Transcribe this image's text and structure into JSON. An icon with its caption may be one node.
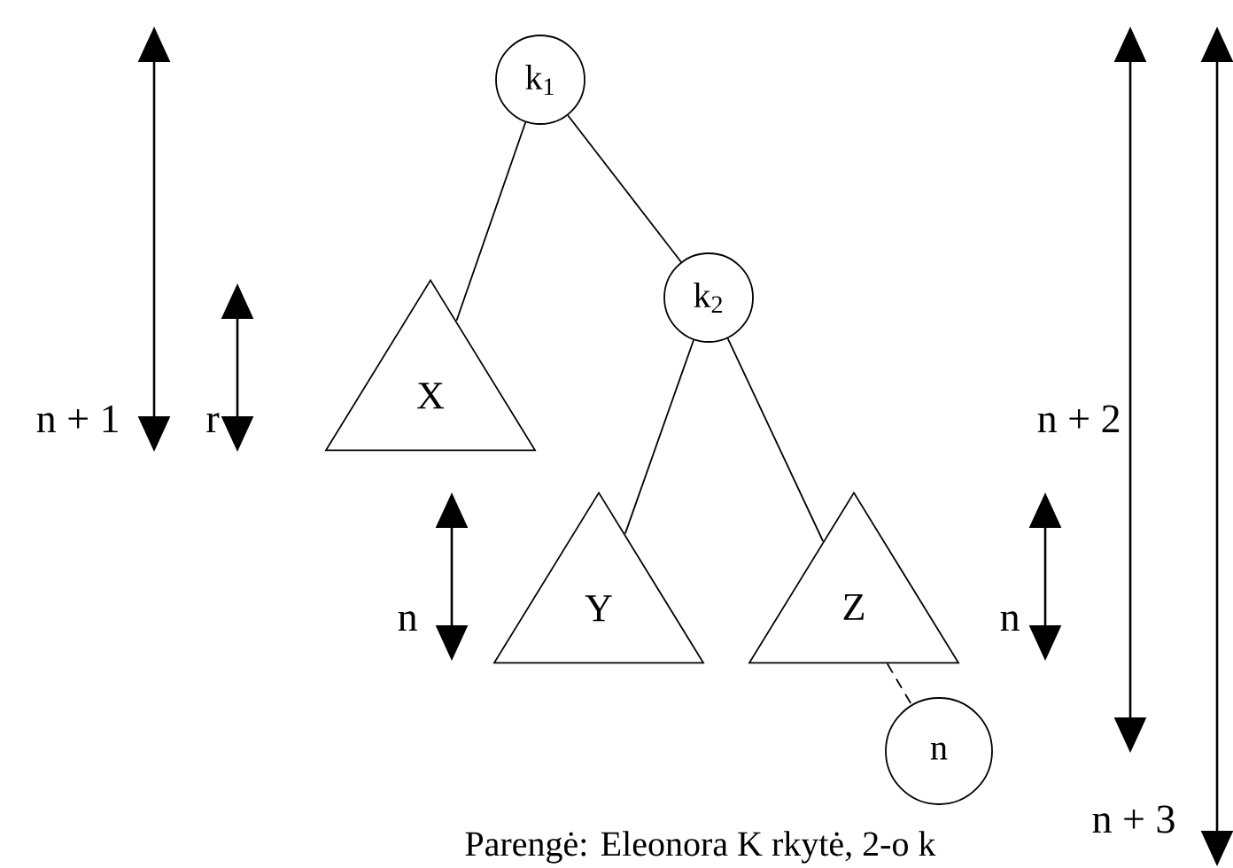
{
  "diagram": {
    "nodes": [
      {
        "text": [
          "k$_{1}$"
        ]
      },
      {
        "text": [
          "X"
        ]
      },
      {
        "text": [
          "k$_{2}$"
        ]
      },
      {
        "text": [
          "Y"
        ]
      },
      {
        "text": [
          "Z"
        ]
      },
      {
        "text": [
          "n"
        ]
      }
    ],
    "edges": [
      {
        "from": 0,
        "to": 1,
        "arrow": "none"
      },
      {
        "from": 0,
        "to": 2,
        "arrow": "none"
      },
      {
        "from": 2,
        "to": 3,
        "arrow": "none"
      },
      {
        "from": 2,
        "to": 4,
        "arrow": "none"
      },
      {
        "from": 4,
        "to": 5,
        "arrow": "none",
        "style": "dashed"
      }
    ],
    "labels": [
      "n + 1",
      "r",
      "n + 2",
      "n",
      "n",
      "n + 3",
      "Parengė: Eleonora K rkytė, 2-o k"
    ]
  }
}
